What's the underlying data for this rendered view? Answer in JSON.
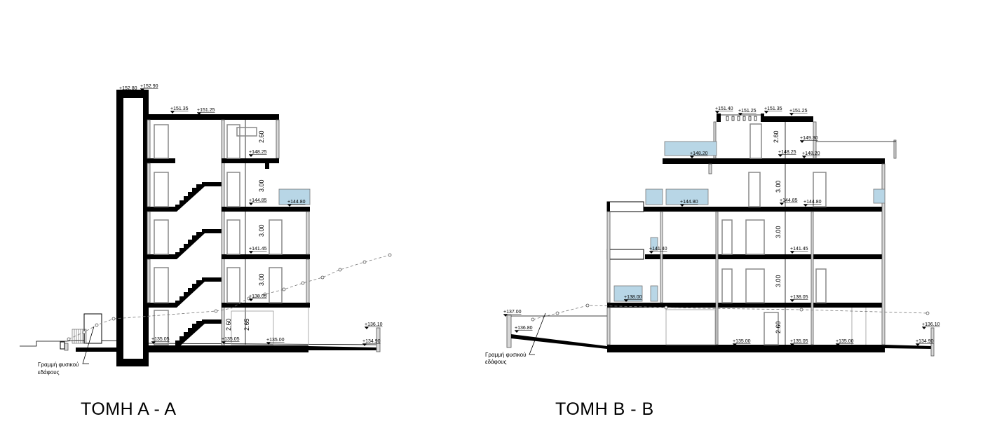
{
  "section_a": {
    "title": "ΤΟΜΗ Α - Α",
    "levels": [
      "+152.80",
      "+152.90",
      "+151.35",
      "+151.25",
      "+148.25",
      "+144.85",
      "+144.80",
      "+141.45",
      "+138.05",
      "+135.05",
      "+135.05",
      "+135.00",
      "+136.10",
      "+134.90"
    ],
    "dimensions": [
      "2.60",
      "3.00",
      "3.00",
      "3.00",
      "2.60",
      "2.65"
    ],
    "ground_note_line1": "Γραμμή φυσικού",
    "ground_note_line2": "εδάφους"
  },
  "section_b": {
    "title": "ΤΟΜΗ Β - Β",
    "levels": [
      "+151.40",
      "+151.25",
      "+151.35",
      "+151.25",
      "+149.30",
      "+148.20",
      "+148.25",
      "+148.20",
      "+144.80",
      "+144.85",
      "+144.80",
      "+141.40",
      "+141.45",
      "+138.00",
      "+138.05",
      "+137.00",
      "+136.80",
      "+135.00",
      "+135.05",
      "+135.00",
      "+136.10",
      "+134.90"
    ],
    "dimensions": [
      "2.60",
      "3.00",
      "3.00",
      "3.00",
      "2.60"
    ],
    "ground_note_line1": "Γραμμή φυσικού",
    "ground_note_line2": "εδάφους"
  },
  "colors": {
    "glass": "#b8d6e6",
    "structure": "#000000"
  }
}
